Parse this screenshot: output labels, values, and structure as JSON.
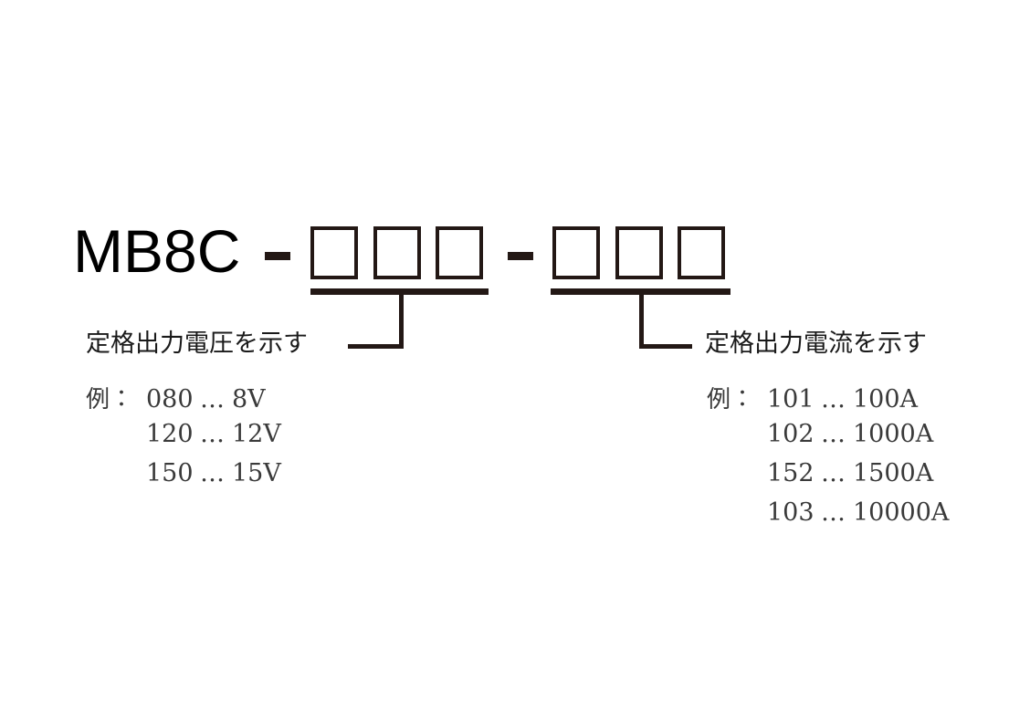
{
  "page": {
    "background_color": "#ffffff",
    "ink_color": "#231815",
    "text_color": "#1a1a1a"
  },
  "model_code": {
    "prefix": "MB8C",
    "separator_1": "-",
    "separator_2": "-",
    "voltage_group": {
      "digit_count": 3,
      "boxes": [
        "",
        "",
        ""
      ]
    },
    "current_group": {
      "digit_count": 3,
      "boxes": [
        "",
        "",
        ""
      ]
    }
  },
  "callouts": {
    "voltage": {
      "label": "定格出力電圧を示す",
      "examples_prefix": "例：",
      "examples": [
        {
          "code": "080",
          "dots": "…",
          "value": "8V"
        },
        {
          "code": "120",
          "dots": "…",
          "value": "12V"
        },
        {
          "code": "150",
          "dots": "…",
          "value": "15V"
        }
      ]
    },
    "current": {
      "label": "定格出力電流を示す",
      "examples_prefix": "例：",
      "examples": [
        {
          "code": "101",
          "dots": "…",
          "value": "100A"
        },
        {
          "code": "102",
          "dots": "…",
          "value": "1000A"
        },
        {
          "code": "152",
          "dots": "…",
          "value": "1500A"
        },
        {
          "code": "103",
          "dots": "…",
          "value": "10000A"
        }
      ]
    }
  }
}
